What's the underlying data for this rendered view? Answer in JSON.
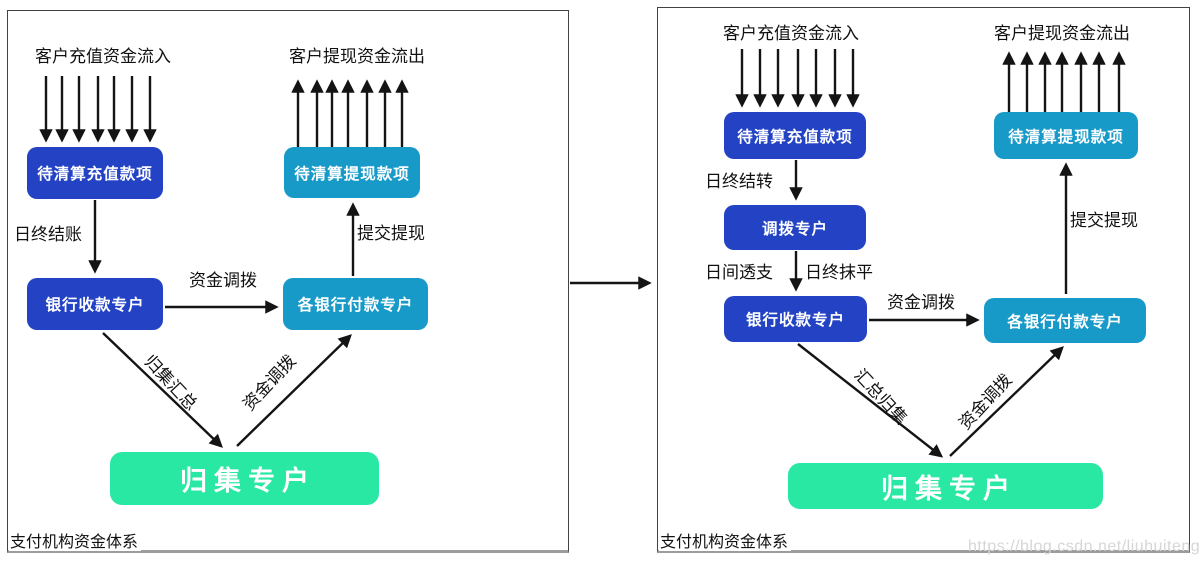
{
  "diagram": {
    "left": {
      "caption": "支付机构资金体系",
      "inflow_label": "客户充值资金流入",
      "outflow_label": "客户提现资金流出",
      "nodes": {
        "pending_recharge": "待清算充值款项",
        "pending_withdraw": "待清算提现款项",
        "bank_collect": "银行收款专户",
        "bank_pay": "各银行付款专户",
        "collection": "归集专户"
      },
      "edge_labels": {
        "day_end_settle": "日终结账",
        "fund_transfer": "资金调拨",
        "submit_withdraw": "提交提现",
        "collect_summary": "归集汇总",
        "fund_transfer_diag": "资金调拨"
      }
    },
    "right": {
      "caption": "支付机构资金体系",
      "inflow_label": "客户充值资金流入",
      "outflow_label": "客户提现资金流出",
      "nodes": {
        "pending_recharge": "待清算充值款项",
        "transfer": "调拨专户",
        "pending_withdraw": "待清算提现款项",
        "bank_collect": "银行收款专户",
        "bank_pay": "各银行付款专户",
        "collection": "归集专户"
      },
      "edge_labels": {
        "day_end_carryover": "日终结转",
        "intraday_overdraft": "日间透支",
        "day_end_flatten": "日终抹平",
        "fund_transfer": "资金调拨",
        "submit_withdraw": "提交提现",
        "summary_collect": "汇总归集",
        "fund_transfer_diag": "资金调拨"
      }
    },
    "watermark": "https://blog.csdn.net/liuhuiteng"
  },
  "colors": {
    "dark_blue": "#2343c4",
    "teal": "#179ac8",
    "green": "#29e8a4",
    "arrow": "#141414"
  }
}
